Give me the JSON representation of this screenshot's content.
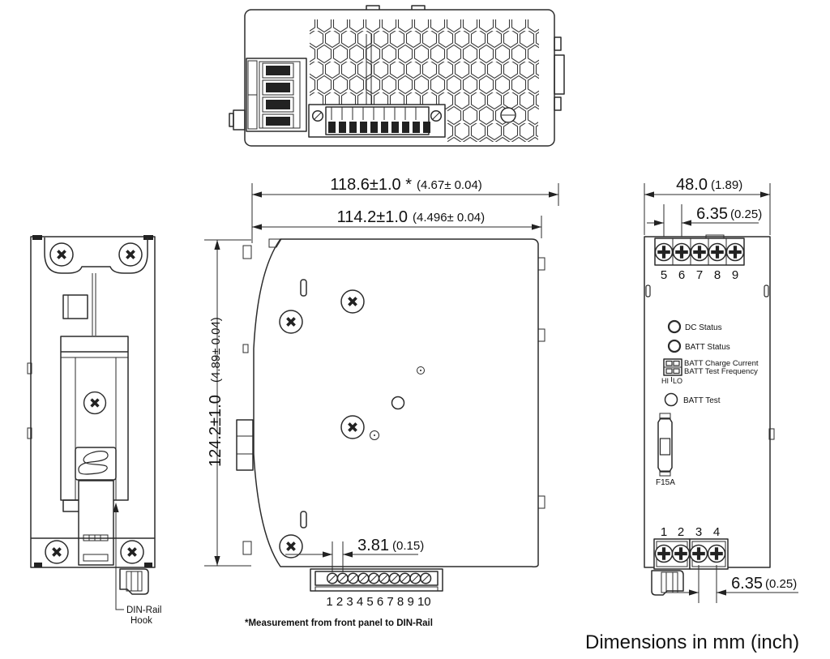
{
  "colors": {
    "line": "#2b2b2b",
    "text": "#111111",
    "background": "#ffffff"
  },
  "center": {
    "dim_front": {
      "mm": "118.6±1.0 *",
      "inch": "(4.67± 0.04)"
    },
    "dim_body": {
      "mm": "114.2±1.0",
      "inch": "(4.496± 0.04)"
    },
    "dim_height": {
      "mm": "124.2±1.0",
      "inch": "(4.89± 0.04)"
    },
    "dim_pitch": {
      "mm": "3.81",
      "inch": "(0.15)"
    },
    "terminals": "1 2 3 4 5 6 7 8 9 10"
  },
  "right": {
    "dim_width": {
      "mm": "48.0",
      "inch": "(1.89)"
    },
    "dim_pitch_top": {
      "mm": "6.35",
      "inch": "(0.25)"
    },
    "dim_pitch_bottom": {
      "mm": "6.35",
      "inch": "(0.25)"
    },
    "top_terminals": [
      "5",
      "6",
      "7",
      "8",
      "9"
    ],
    "bottom_terminals": [
      "1",
      "2",
      "3",
      "4"
    ],
    "labels": {
      "dc_status": "DC Status",
      "batt_status": "BATT Status",
      "charge_current": "BATT Charge Current",
      "test_frequency": "BATT Test Frequency",
      "hi": "HI",
      "lo": "LO",
      "batt_test": "BATT Test",
      "fuse": "F15A"
    }
  },
  "left": {
    "hook_line1": "DIN-Rail",
    "hook_line2": "Hook"
  },
  "notes": {
    "measurement": "*Measurement from front panel to DIN-Rail",
    "units": "Dimensions in mm (inch)"
  }
}
